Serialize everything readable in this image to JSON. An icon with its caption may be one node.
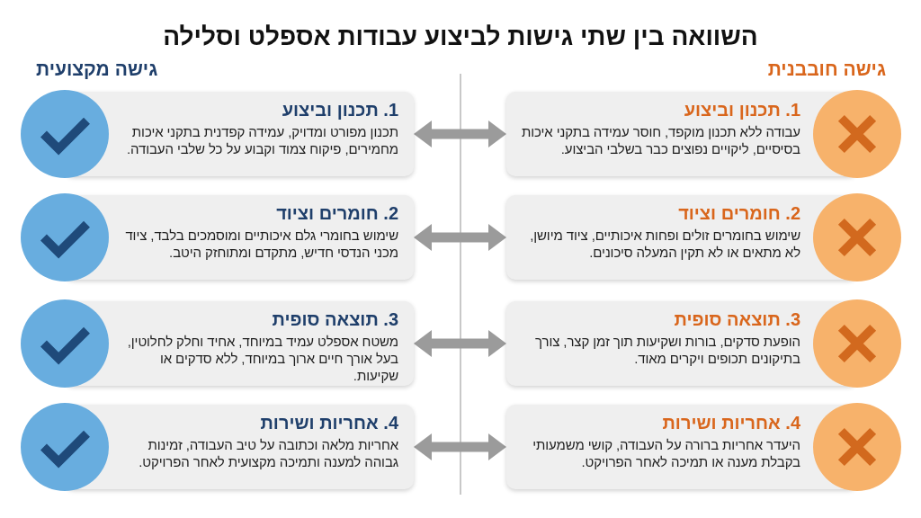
{
  "diagram": {
    "title": "השוואה בין שתי גישות לביצוע עבודות אספלט וסלילה",
    "nodes": [
      {
        "text": [
          "1. תכנון וביצוע",
          "עבודה ללא תכנון מוקפד, חוסר עמידה בתקני איכות בסיסיים, ליקויים נפוצים כבר בשלבי הביצוע."
        ]
      },
      {
        "text": [
          "1. תכנון וביצוע",
          "תכנון מפורט ומדויק, עמידה קפדנית בתקני איכות מחמירים, פיקוח צמוד וקבוע על כל שלבי העבודה."
        ]
      },
      {
        "text": [
          "2. חומרים וציוד",
          "שימוש בחומרים זולים ופחות איכותיים, ציוד מיושן, לא מתאים או לא תקין המעלה סיכונים."
        ]
      },
      {
        "text": [
          "2. חומרים וציוד",
          "שימוש בחומרי גלם איכותיים ומוסמכים בלבד, ציוד מכני הנדסי חדיש, מתקדם ומתוחזק היטב."
        ]
      },
      {
        "text": [
          "3. תוצאה סופית",
          "הופעת סדקים, בורות ושקיעות תוך זמן קצר, צורך בתיקונים תכופים ויקרים מאוד."
        ]
      },
      {
        "text": [
          "3. תוצאה סופית",
          "משטח אספלט עמיד במיוחד, אחיד וחלק לחלוטין, בעל אורך חיים ארוך במיוחד, ללא סדקים או שקיעות."
        ]
      },
      {
        "text": [
          "4. אחריות ושירות",
          "היעדר אחריות ברורה על העבודה, קושי משמעותי בקבלת מענה או תמיכה לאחר הפרויקט."
        ]
      },
      {
        "text": [
          "4. אחריות ושירות",
          "אחריות מלאה וכתובה על טיב העבודה, זמינות גבוהה למענה ותמיכה מקצועית לאחר הפרויקט."
        ]
      }
    ],
    "edges": [
      {
        "from": 0,
        "to": 1,
        "arrow": "both"
      },
      {
        "from": 2,
        "to": 3,
        "arrow": "both"
      },
      {
        "from": 4,
        "to": 5,
        "arrow": "both"
      },
      {
        "from": 6,
        "to": 7,
        "arrow": "both"
      }
    ],
    "labels": [
      "גישה חובבנית",
      "גישה מקצועית"
    ]
  }
}
